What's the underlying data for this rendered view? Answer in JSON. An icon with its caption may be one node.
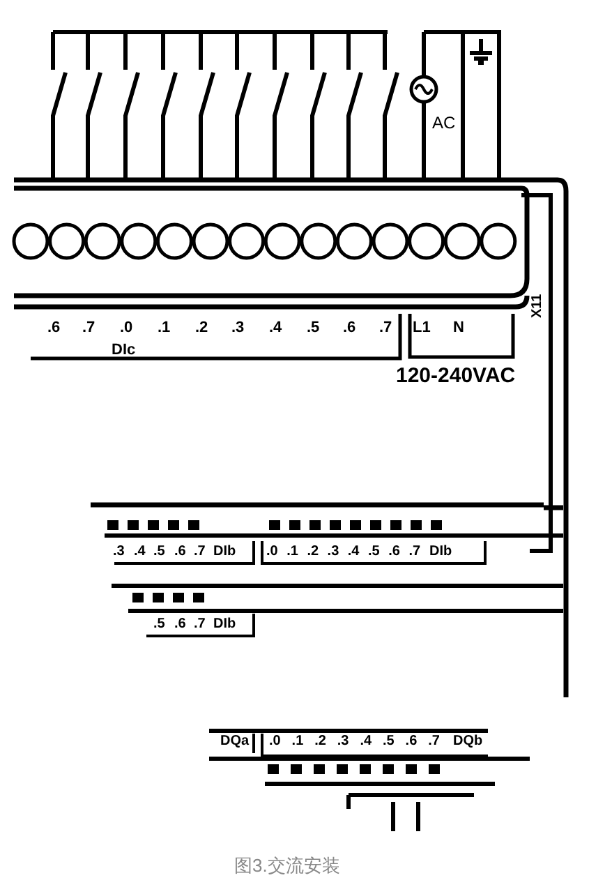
{
  "diagram": {
    "caption": "图3.交流安装",
    "labels": [
      "AC",
      ".6",
      ".7",
      ".0",
      ".1",
      ".2",
      ".3",
      ".4",
      ".5",
      ".6",
      ".7",
      "L1",
      "N",
      "X11",
      "DIc",
      "120-240VAC",
      ".3",
      ".4",
      ".5",
      ".6",
      ".7",
      "DIb",
      ".0",
      ".1",
      ".2",
      ".3",
      ".4",
      ".5",
      ".6",
      ".7",
      "DIb",
      ".5",
      ".6",
      ".7",
      "DIb",
      "DQa",
      ".0",
      ".1",
      ".2",
      ".3",
      ".4",
      ".5",
      ".6",
      ".7",
      "DQb"
    ]
  }
}
